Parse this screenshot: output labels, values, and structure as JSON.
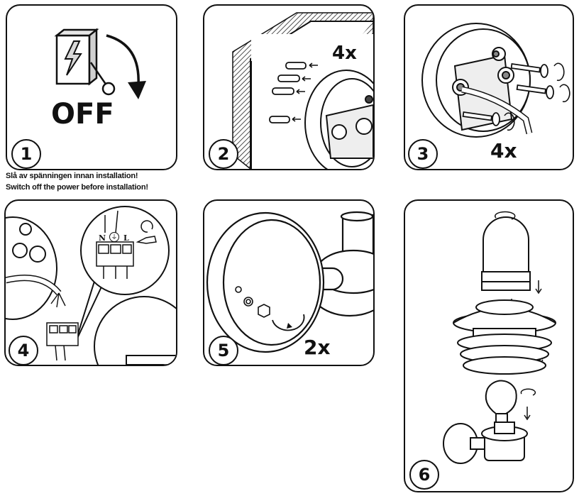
{
  "panels": [
    {
      "step": "1",
      "label": "OFF"
    },
    {
      "step": "2",
      "label": "4x"
    },
    {
      "step": "3",
      "label": "4x"
    },
    {
      "step": "4",
      "terminal_labels": [
        "N",
        "L"
      ]
    },
    {
      "step": "5",
      "label": "2x"
    },
    {
      "step": "6"
    }
  ],
  "captions": {
    "swedish": "Slå av spänningen innan installation!",
    "english": "Switch off the power before installation!"
  },
  "icons": [
    "power-switch-icon",
    "lightning-icon",
    "rotation-arrow-icon",
    "earth-ground-icon",
    "screwdriver-icon",
    "light-bulb-icon"
  ]
}
